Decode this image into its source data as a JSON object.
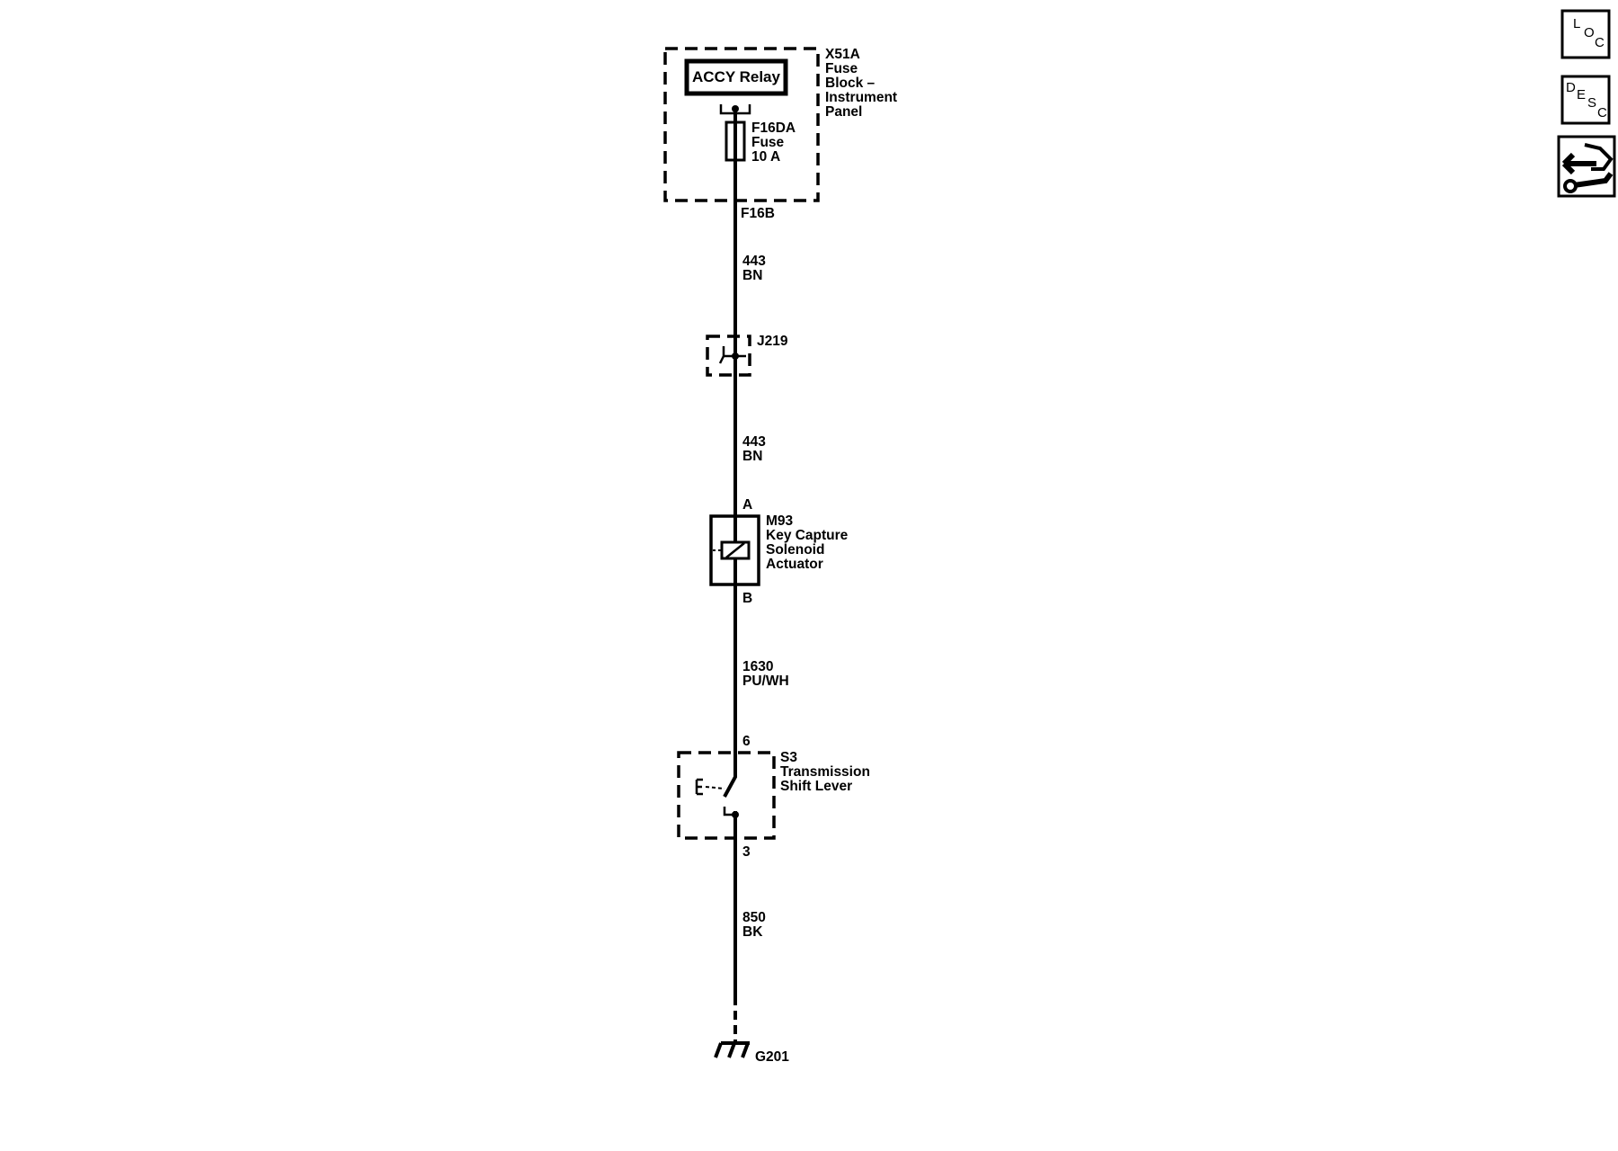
{
  "fuse_block": {
    "relay_label": "ACCY Relay",
    "name_lines": [
      "X51A",
      "Fuse",
      "Block –",
      "Instrument",
      "Panel"
    ],
    "fuse_lines": [
      "F16DA",
      "Fuse",
      "10 A"
    ],
    "output_terminal": "F16B"
  },
  "circuits": [
    {
      "number": "443",
      "color": "BN"
    },
    {
      "number": "443",
      "color": "BN"
    },
    {
      "number": "1630",
      "color": "PU/WH"
    },
    {
      "number": "850",
      "color": "BK"
    }
  ],
  "splice": {
    "name": "J219"
  },
  "solenoid": {
    "pin_top": "A",
    "pin_bottom": "B",
    "name_lines": [
      "M93",
      "Key Capture",
      "Solenoid",
      "Actuator"
    ]
  },
  "shift_lever": {
    "pin_top": "6",
    "pin_bottom": "3",
    "name_lines": [
      "S3",
      "Transmission",
      "Shift Lever"
    ]
  },
  "ground": {
    "name": "G201"
  },
  "side_icons": [
    {
      "name": "loc-icon",
      "letters": [
        "L",
        "O",
        "C"
      ]
    },
    {
      "name": "desc-icon",
      "letters": [
        "D",
        "E",
        "S",
        "C"
      ]
    },
    {
      "name": "connector-repair-icon"
    }
  ]
}
